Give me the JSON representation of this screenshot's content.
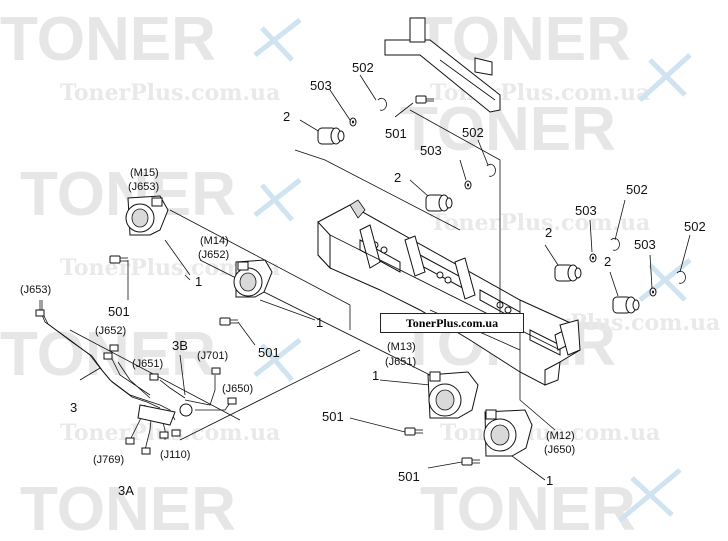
{
  "watermark": {
    "brand": "TONER",
    "site": "TonerPlus.com.ua"
  },
  "banner": "TonerPlus.com.ua",
  "labels": {
    "m15": "(M15)",
    "j653a": "(J653)",
    "m14": "(M14)",
    "j652a": "(J652)",
    "m13": "(M13)",
    "j651a": "(J651)",
    "m12": "(M12)",
    "j650a": "(J650)",
    "j653b": "(J653)",
    "j652b": "(J652)",
    "j651b": "(J651)",
    "j701": "(J701)",
    "j650b": "(J650)",
    "j769": "(J769)",
    "j110": "(J110)",
    "c503a": "503",
    "c502a": "502",
    "c501a": "501",
    "c2a": "2",
    "c503b": "503",
    "c502b": "502",
    "c2b": "2",
    "c502c": "502",
    "c503c": "503",
    "c2c": "2",
    "c503d": "503",
    "c502d": "502",
    "c2d": "2",
    "c1a": "1",
    "c501b": "501",
    "c1b": "1",
    "c501c": "501",
    "c1c": "1",
    "c501d": "501",
    "c1d": "1",
    "c501e": "501",
    "c3": "3",
    "c3b": "3B",
    "c3a": "3A"
  }
}
